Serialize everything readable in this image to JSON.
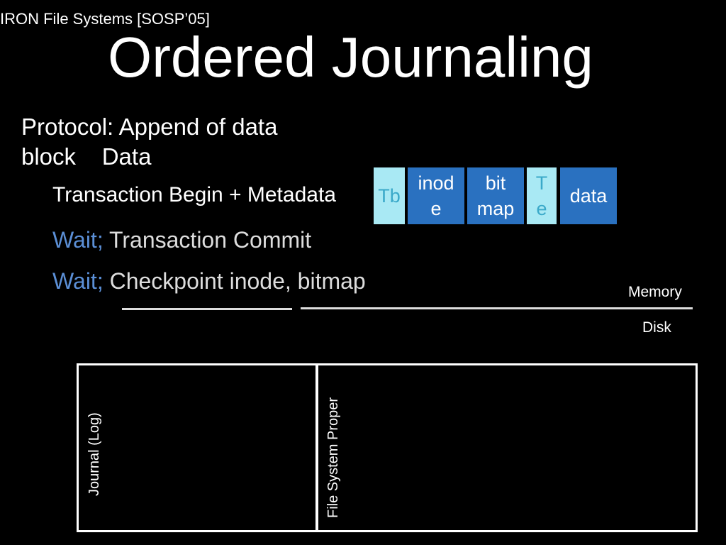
{
  "header": "IRON File Systems [SOSP’05]",
  "title": "Ordered Journaling",
  "protocol_line1": "Protocol: Append of data",
  "protocol_line2": "block    Data",
  "steps": {
    "step1": "Transaction Begin + Metadata",
    "step2_wait": "Wait;",
    "step2_rest": " Transaction Commit",
    "step3_wait": "Wait;",
    "step3_rest": " Checkpoint inode, bitmap"
  },
  "blocks": {
    "tb": "Tb",
    "inode_line1": "inod",
    "inode_line2": "e",
    "bitmap_line1": "bit",
    "bitmap_line2": "map",
    "te_line1": "T",
    "te_line2": "e",
    "data": "data"
  },
  "labels": {
    "memory": "Memory",
    "disk": "Disk",
    "journal": "Journal (Log)",
    "fs_proper": "File System Proper"
  },
  "colors": {
    "background": "#000000",
    "metadata_block": "#2a71c0",
    "transaction_marker": "#a9e9f4",
    "wait_text": "#5b8fd6"
  }
}
